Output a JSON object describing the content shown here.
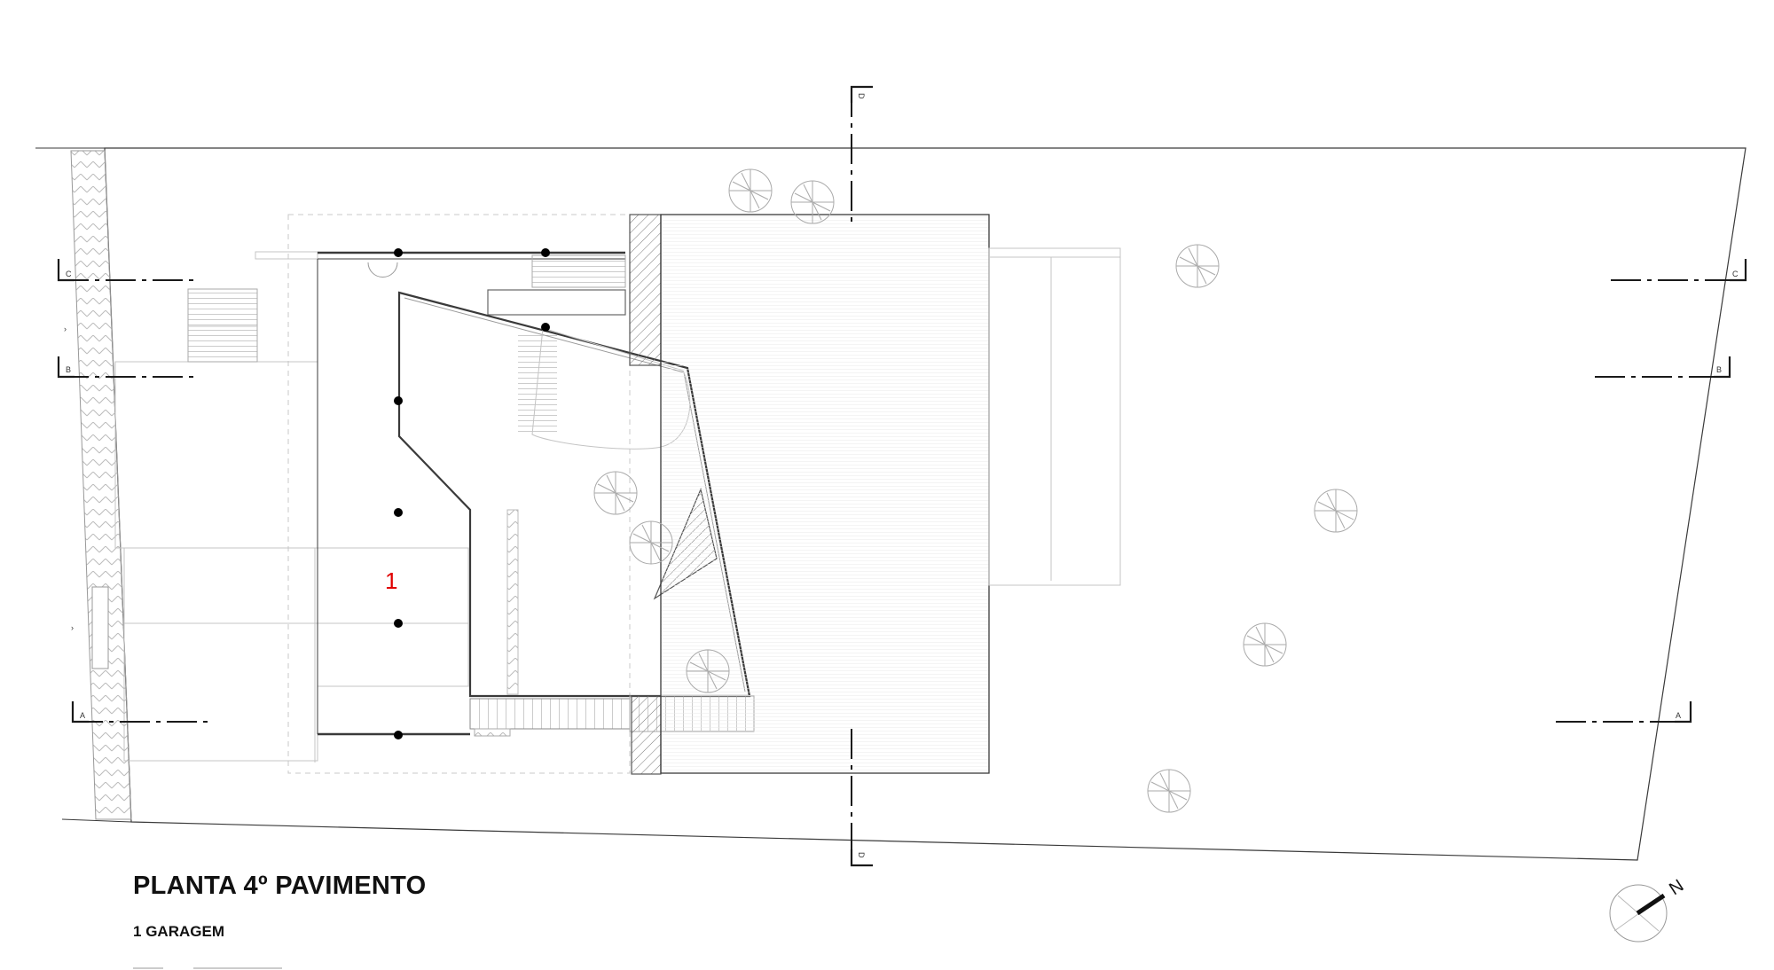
{
  "title": "PLANTA 4º PAVIMENTO",
  "legend": [
    {
      "number": "1",
      "name": "GARAGEM"
    }
  ],
  "room_tags": [
    "1"
  ],
  "section_marks": [
    "A",
    "B",
    "C",
    "D"
  ],
  "north_label": "N",
  "colors": {
    "lines": "#3a3a3a",
    "room_number": "#e00000",
    "text": "#111111"
  }
}
